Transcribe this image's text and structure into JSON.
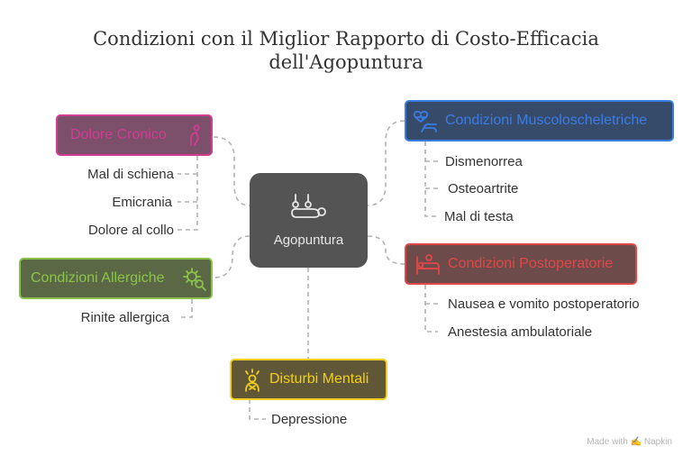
{
  "title": {
    "line1": "Condizioni con il Miglior Rapporto di Costo-Efficacia",
    "line2": "dell'Agopuntura"
  },
  "center": {
    "label": "Agopuntura",
    "icon": "acupuncture-icon"
  },
  "nodes": {
    "dolore": {
      "label": "Dolore Cronico",
      "icon": "back-pain-icon",
      "color": "#d23c93",
      "fill": "#7c4f6a",
      "items": [
        "Mal di schiena",
        "Emicrania",
        "Dolore al collo"
      ]
    },
    "allergiche": {
      "label": "Condizioni Allergiche",
      "icon": "virus-search-icon",
      "color": "#8bc34a",
      "fill": "#5b6845",
      "items": [
        "Rinite allergica"
      ]
    },
    "mentali": {
      "label": "Disturbi Mentali",
      "icon": "mental-health-icon",
      "color": "#f2cf1f",
      "fill": "#5f5735",
      "items": [
        "Depressione"
      ]
    },
    "muscolo": {
      "label": "Condizioni Muscoloscheletriche",
      "icon": "heart-hand-icon",
      "color": "#3b7ce3",
      "fill": "#364a6a",
      "items": [
        "Dismenorrea",
        "Osteoartrite",
        "Mal di testa"
      ]
    },
    "postop": {
      "label": "Condizioni Postoperatorie",
      "icon": "patient-bed-icon",
      "color": "#e04848",
      "fill": "#6e4b4b",
      "items": [
        "Nausea e vomito postoperatorio",
        "Anestesia ambulatoriale"
      ]
    }
  },
  "footer": "Made with ✍ Napkin"
}
